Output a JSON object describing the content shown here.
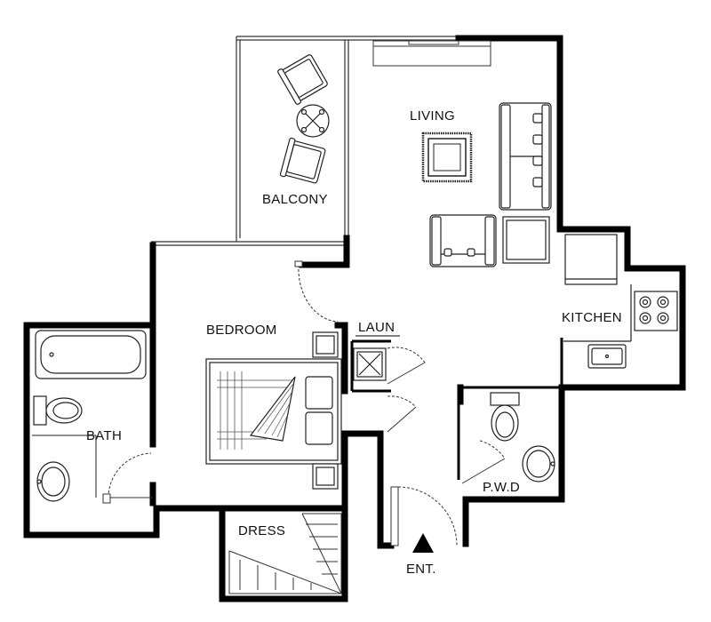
{
  "plan": {
    "labels": {
      "balcony": "BALCONY",
      "living": "LIVING",
      "kitchen": "KITCHEN",
      "bedroom": "BEDROOM",
      "laun": "LAUN",
      "bath": "BATH",
      "pwd": "P.W.D",
      "dress": "DRESS",
      "ent": "ENT."
    },
    "colors": {
      "wall": "#000000",
      "line": "#222222",
      "background": "#ffffff",
      "fixture": "#333333"
    }
  }
}
